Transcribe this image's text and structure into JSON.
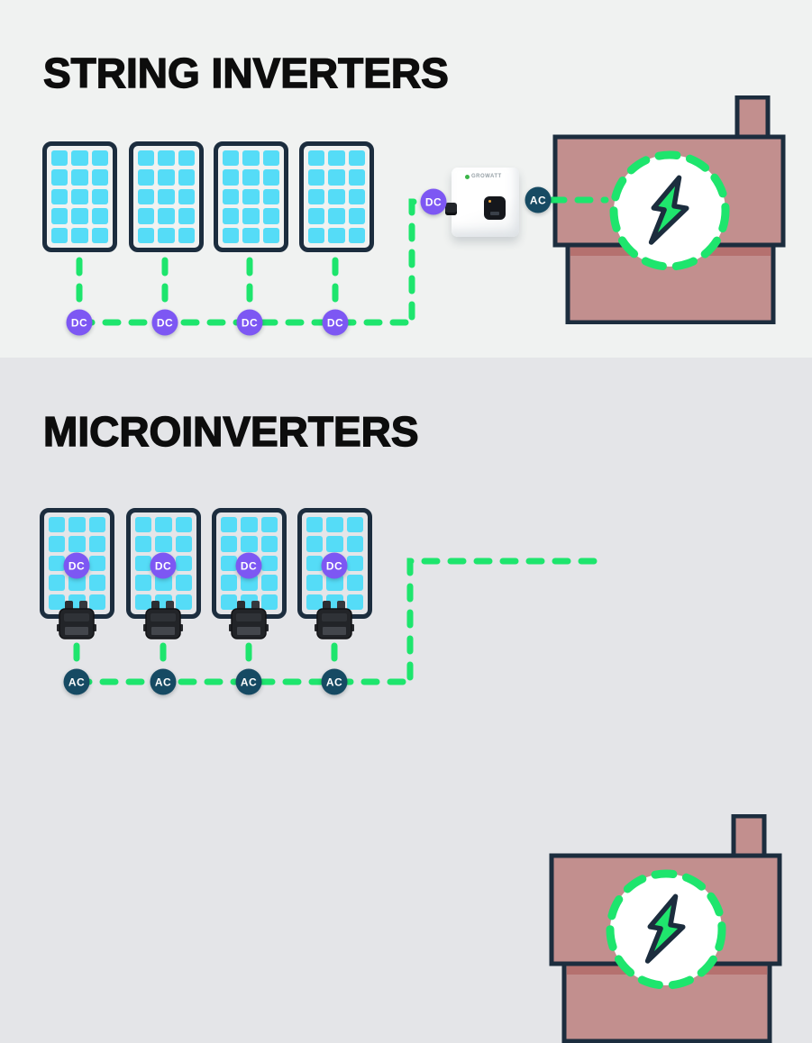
{
  "labels": {
    "dc": "DC",
    "ac": "AC"
  },
  "sections": [
    {
      "title": "STRING INVERTERS",
      "panel_count": 4,
      "dc_node_labels": [
        "DC",
        "DC",
        "DC",
        "DC"
      ],
      "inverter_dc_label": "DC",
      "inverter_ac_label": "AC",
      "inverter_brand": "GROWATT"
    },
    {
      "title": "MICROINVERTERS",
      "panel_count": 4,
      "panel_dc_labels": [
        "DC",
        "DC",
        "DC",
        "DC"
      ],
      "ac_node_labels": [
        "AC",
        "AC",
        "AC",
        "AC"
      ]
    }
  ],
  "panel": {
    "rows": 5,
    "cols": 3
  },
  "colors": {
    "topBg": "#f0f2f1",
    "bottomBg": "#e4e5e8",
    "ink": "#0d0d0d",
    "navy": "#1c2d3e",
    "cyan": "#55dcf7",
    "green": "#1ee56d",
    "purple": "#7d57f3",
    "acNavy": "#164a63",
    "house": "#c28f8e",
    "houseShade": "#b5716f",
    "bolt": "#1fe56d"
  }
}
